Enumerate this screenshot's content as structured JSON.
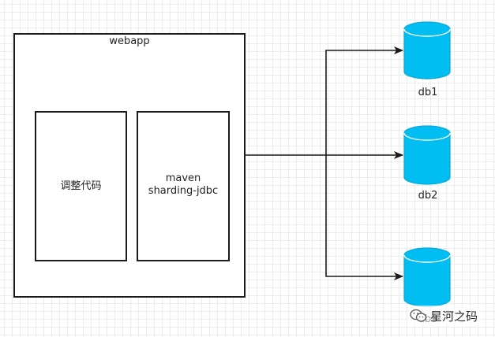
{
  "webapp": {
    "title": "webapp",
    "code_label": "调整代码",
    "lib_label_line1": "maven",
    "lib_label_line2": "sharding-jdbc"
  },
  "databases": [
    {
      "label": "db1"
    },
    {
      "label": "db2"
    },
    {
      "label": "db3"
    }
  ],
  "watermark": {
    "text": "星河之码",
    "icon": "wechat-icon"
  },
  "colors": {
    "db_fill": "#00BEF2",
    "db_stroke": "#0AA8D8",
    "line": "#1a1a1a"
  }
}
